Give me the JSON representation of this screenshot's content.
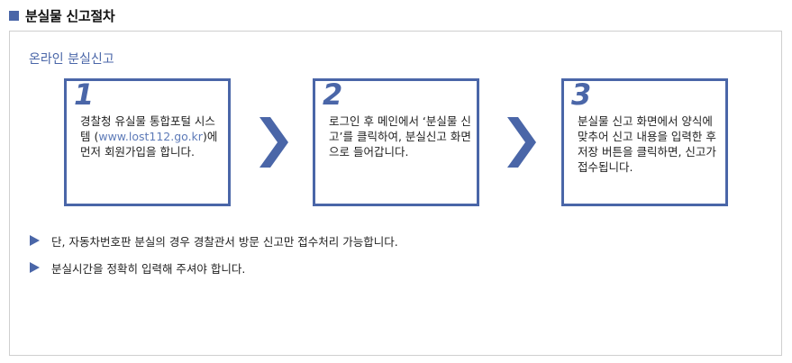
{
  "header": {
    "title": "분실물 신고절차"
  },
  "panel": {
    "title": "온라인 분실신고"
  },
  "steps": [
    {
      "num": "1",
      "text_before": "경찰청 유실물 통합포털 시스템 (",
      "link": "www.lost112.go.kr",
      "text_after": ")에 먼저 회원가입을 합니다."
    },
    {
      "num": "2",
      "text": "로그인 후 메인에서 ‘분실물 신고’를 클릭하여, 분실신고 화면으로 들어갑니다."
    },
    {
      "num": "3",
      "text": "분실물 신고 화면에서 양식에 맞추어 신고 내용을 입력한 후 저장 버튼을 클릭하면, 신고가 접수됩니다."
    }
  ],
  "notes": [
    "단, 자동차번호판 분실의 경우 경찰관서 방문 신고만 접수처리 가능합니다.",
    "분실시간을 정확히 입력해 주셔야 합니다."
  ],
  "colors": {
    "accent": "#4a66a8",
    "link": "#5e7bb8",
    "border": "#cfcfcf"
  }
}
